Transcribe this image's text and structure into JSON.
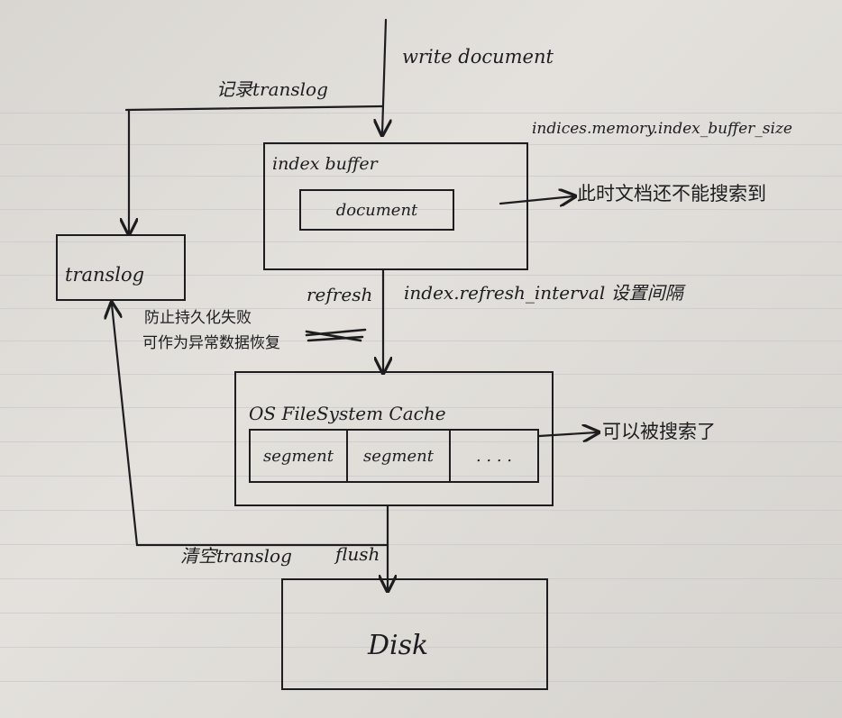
{
  "labels": {
    "write_document": "write document",
    "record_translog": "记录translog",
    "buffer_setting": "indices.memory.index_buffer_size",
    "index_buffer_title": "index buffer",
    "document_cell": "document",
    "not_searchable": "此时文档还不能搜索到",
    "translog_box": "translog",
    "refresh_label": "refresh",
    "refresh_interval": "index.refresh_interval 设置间隔",
    "prevent_loss_line1": "防止持久化失败",
    "prevent_loss_line2": "可作为异常数据恢复",
    "os_cache_title": "OS FileSystem Cache",
    "segment_1": "segment",
    "segment_2": "segment",
    "segment_more": ". . . .",
    "searchable": "可以被搜索了",
    "clear_translog": "清空translog",
    "flush_label": "flush",
    "disk_box": "Disk"
  }
}
